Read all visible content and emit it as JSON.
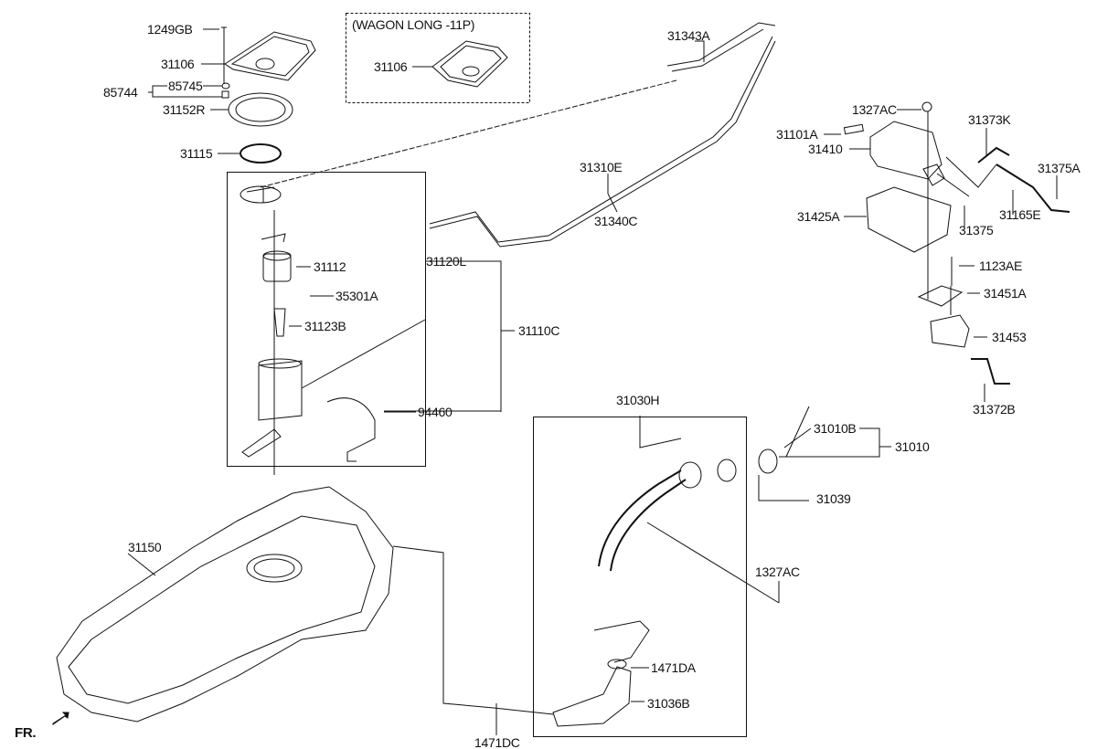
{
  "variant_box": {
    "title": "(WAGON LONG -11P)",
    "part": "31106"
  },
  "fr_marker": "FR.",
  "parts": {
    "p1249GB": "1249GB",
    "p31106": "31106",
    "p85745": "85745",
    "p85744": "85744",
    "p31152R": "31152R",
    "p31115": "31115",
    "p31343A": "31343A",
    "p31310E": "31310E",
    "p31340C": "31340C",
    "p1327AC_top": "1327AC",
    "p31101A": "31101A",
    "p31410": "31410",
    "p31373K": "31373K",
    "p31375A": "31375A",
    "p31425A": "31425A",
    "p31375": "31375",
    "p31165E": "31165E",
    "p1123AE": "1123AE",
    "p31451A": "31451A",
    "p31453": "31453",
    "p31372B": "31372B",
    "p31112": "31112",
    "p35301A": "35301A",
    "p31123B": "31123B",
    "p31120L": "31120L",
    "p31110C": "31110C",
    "p94460": "94460",
    "p31030H": "31030H",
    "p31010B": "31010B",
    "p31010": "31010",
    "p31039": "31039",
    "p1327AC_bot": "1327AC",
    "p31150": "31150",
    "p1471DA": "1471DA",
    "p31036B": "31036B",
    "p1471DC": "1471DC"
  }
}
